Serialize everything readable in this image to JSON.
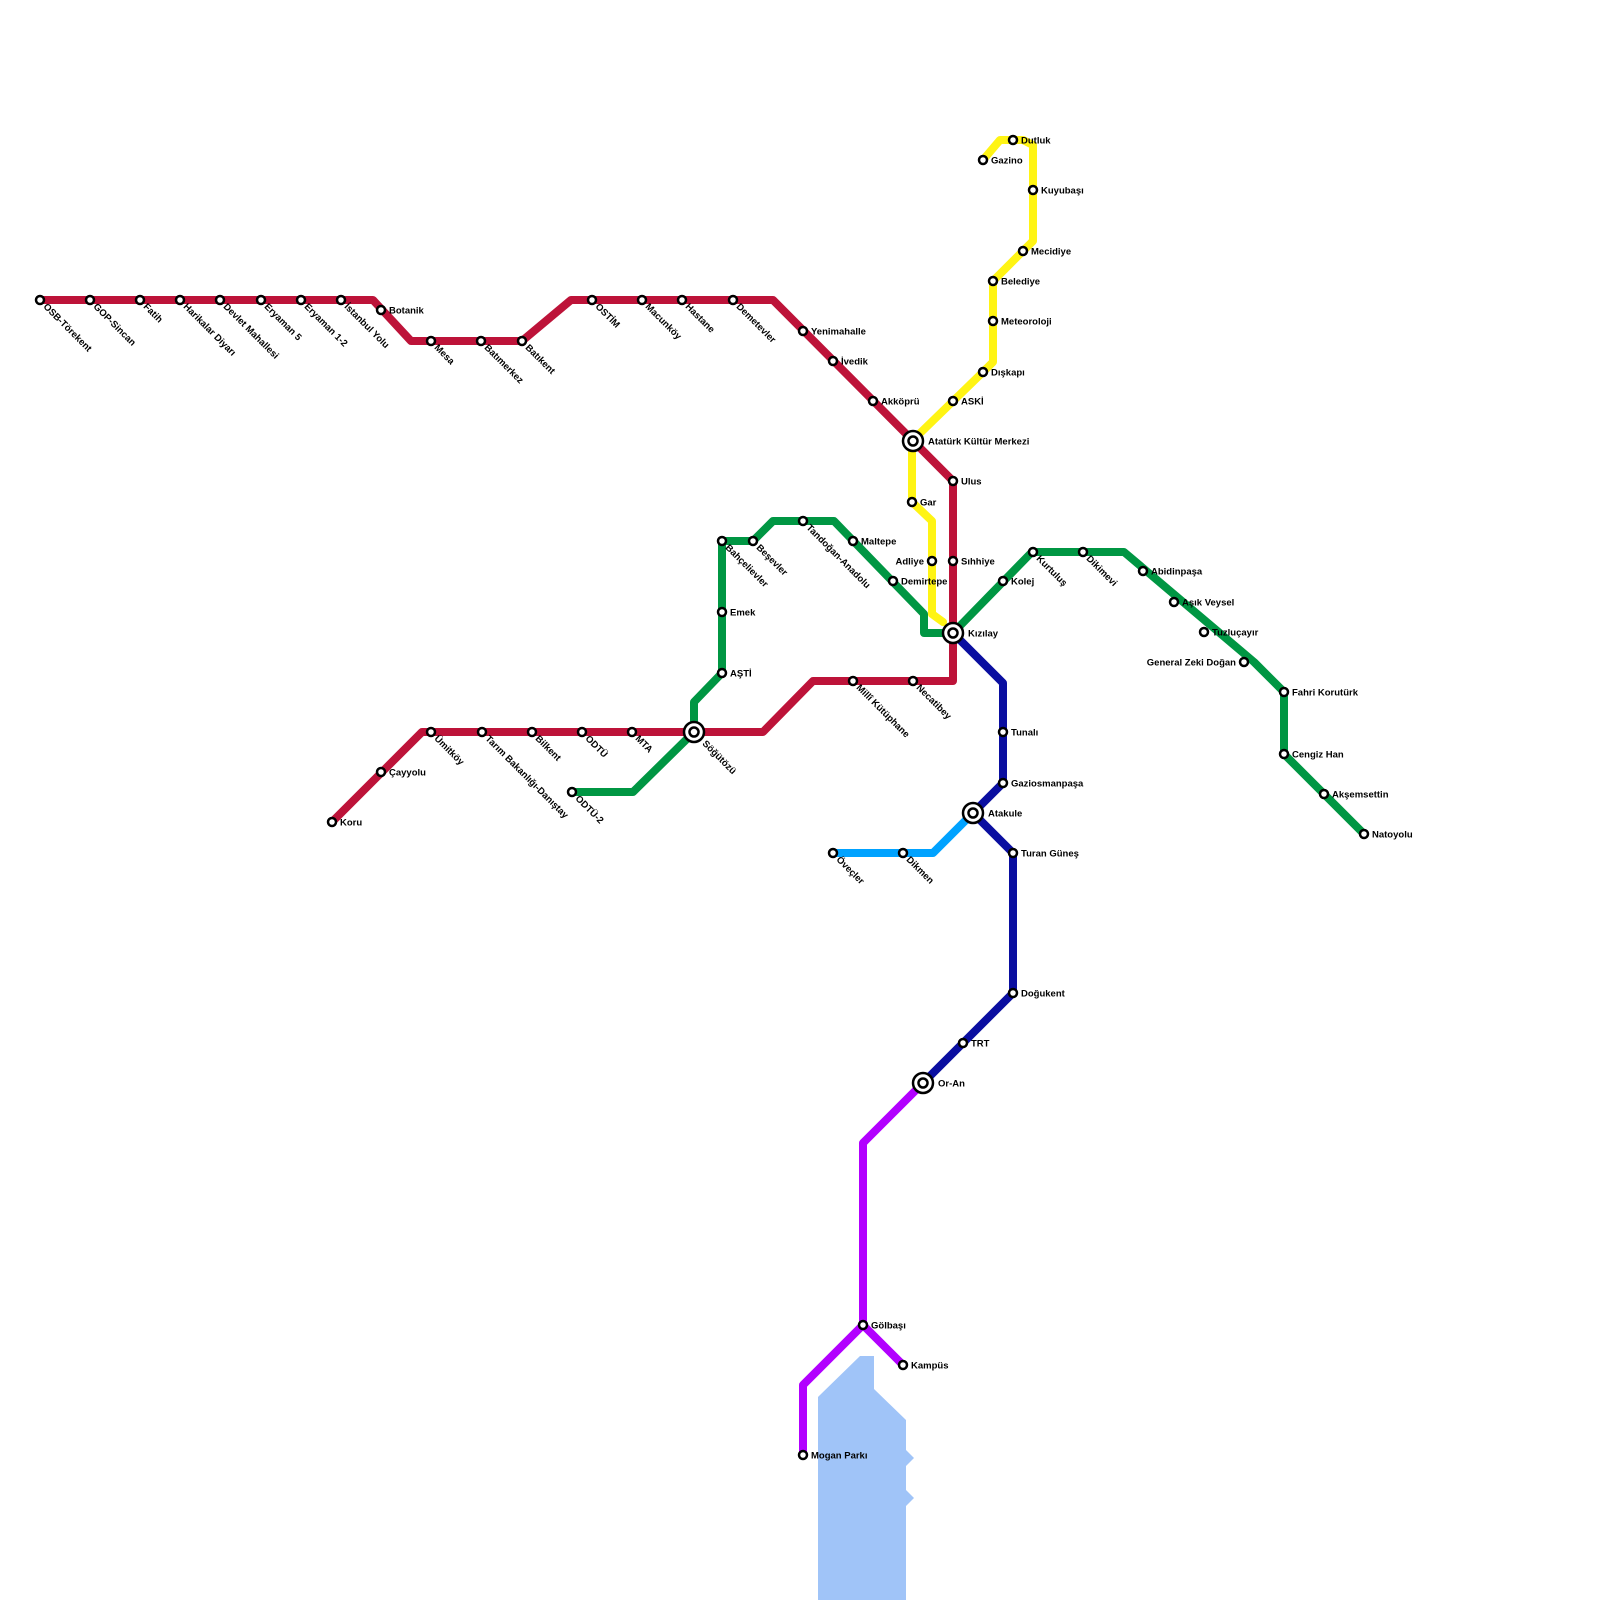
{
  "colors": {
    "background": "#ffffff",
    "lake": "#a0c4f8",
    "red": "#bd1339",
    "green": "#009643",
    "yellow": "#fff414",
    "navy": "#0a0ea0",
    "lightblue": "#00a2ff",
    "purple": "#b200ff"
  },
  "stations": [
    {
      "id": "osb",
      "name": "OSB-Törekent"
    },
    {
      "id": "gop",
      "name": "GOP-Sincan"
    },
    {
      "id": "fatih",
      "name": "Fatih"
    },
    {
      "id": "harikalar",
      "name": "Harikalar Diyarı"
    },
    {
      "id": "devlet",
      "name": "Devlet Mahallesi"
    },
    {
      "id": "eryaman5",
      "name": "Eryaman 5"
    },
    {
      "id": "eryaman12",
      "name": "Eryaman 1-2"
    },
    {
      "id": "istanbulyolu",
      "name": "İstanbul Yolu"
    },
    {
      "id": "botanik",
      "name": "Botanik"
    },
    {
      "id": "mesa",
      "name": "Mesa"
    },
    {
      "id": "batimerkez",
      "name": "Batımerkez"
    },
    {
      "id": "batikent",
      "name": "Batıkent"
    },
    {
      "id": "ostim",
      "name": "OSTİM"
    },
    {
      "id": "macunkoy",
      "name": "Macunköy"
    },
    {
      "id": "hastane",
      "name": "Hastane"
    },
    {
      "id": "demetevler",
      "name": "Demetevler"
    },
    {
      "id": "yenimahalle",
      "name": "Yenimahalle"
    },
    {
      "id": "ivedik",
      "name": "İvedik"
    },
    {
      "id": "akkopru",
      "name": "Akköprü"
    },
    {
      "id": "akm",
      "name": "Atatürk Kültür Merkezi"
    },
    {
      "id": "ulus",
      "name": "Ulus"
    },
    {
      "id": "sihhiye",
      "name": "Sıhhiye"
    },
    {
      "id": "kizilay",
      "name": "Kızılay"
    },
    {
      "id": "necatibey",
      "name": "Necatibey"
    },
    {
      "id": "milli",
      "name": "Millî Kütüphane"
    },
    {
      "id": "sogutozu",
      "name": "Söğütözü"
    },
    {
      "id": "mta",
      "name": "MTA"
    },
    {
      "id": "odtu",
      "name": "ODTÜ"
    },
    {
      "id": "bilkent",
      "name": "Bilkent"
    },
    {
      "id": "tarim",
      "name": "Tarım Bakanlığı-Danıştay"
    },
    {
      "id": "umitkoy",
      "name": "Ümitköy"
    },
    {
      "id": "cayyolu",
      "name": "Çayyolu"
    },
    {
      "id": "koru",
      "name": "Koru"
    },
    {
      "id": "gazino",
      "name": "Gazino"
    },
    {
      "id": "dutluk",
      "name": "Dutluk"
    },
    {
      "id": "kuyubasi",
      "name": "Kuyubaşı"
    },
    {
      "id": "mecidiye",
      "name": "Mecidiye"
    },
    {
      "id": "belediye",
      "name": "Belediye"
    },
    {
      "id": "meteoroloji",
      "name": "Meteoroloji"
    },
    {
      "id": "diskapi",
      "name": "Dışkapı"
    },
    {
      "id": "aski",
      "name": "ASKİ"
    },
    {
      "id": "gar",
      "name": "Gar"
    },
    {
      "id": "adliye",
      "name": "Adliye"
    },
    {
      "id": "odtu2",
      "name": "ODTÜ-2"
    },
    {
      "id": "asti",
      "name": "AŞTİ"
    },
    {
      "id": "emek",
      "name": "Emek"
    },
    {
      "id": "bahcelievler",
      "name": "Bahçelievler"
    },
    {
      "id": "besevler",
      "name": "Beşevler"
    },
    {
      "id": "tandogan",
      "name": "Tandoğan-Anadolu"
    },
    {
      "id": "maltepe",
      "name": "Maltepe"
    },
    {
      "id": "demirtepe",
      "name": "Demirtepe"
    },
    {
      "id": "kolej",
      "name": "Kolej"
    },
    {
      "id": "kurtulus",
      "name": "Kurtuluş"
    },
    {
      "id": "dikimevi",
      "name": "Dikimevi"
    },
    {
      "id": "abidinpasa",
      "name": "Abidinpaşa"
    },
    {
      "id": "asikveysel",
      "name": "Aşık Veysel"
    },
    {
      "id": "tuzlucayir",
      "name": "Tuzluçayır"
    },
    {
      "id": "generalzeki",
      "name": "General Zeki Doğan"
    },
    {
      "id": "fahri",
      "name": "Fahri Korutürk"
    },
    {
      "id": "cengizhan",
      "name": "Cengiz Han"
    },
    {
      "id": "aksemsettin",
      "name": "Akşemsettin"
    },
    {
      "id": "natoyolu",
      "name": "Natoyolu"
    },
    {
      "id": "tunali",
      "name": "Tunalı"
    },
    {
      "id": "gaziosmanpasa",
      "name": "Gaziosmanpaşa"
    },
    {
      "id": "atakule",
      "name": "Atakule"
    },
    {
      "id": "turangunes",
      "name": "Turan Güneş"
    },
    {
      "id": "dogukent",
      "name": "Doğukent"
    },
    {
      "id": "trt",
      "name": "TRT"
    },
    {
      "id": "oran",
      "name": "Or-An"
    },
    {
      "id": "dikmen",
      "name": "Dikmen"
    },
    {
      "id": "ovecler",
      "name": "Öveçler"
    },
    {
      "id": "golbasi",
      "name": "Gölbaşı"
    },
    {
      "id": "kampus",
      "name": "Kampüs"
    },
    {
      "id": "mogan",
      "name": "Mogan Parkı"
    }
  ]
}
